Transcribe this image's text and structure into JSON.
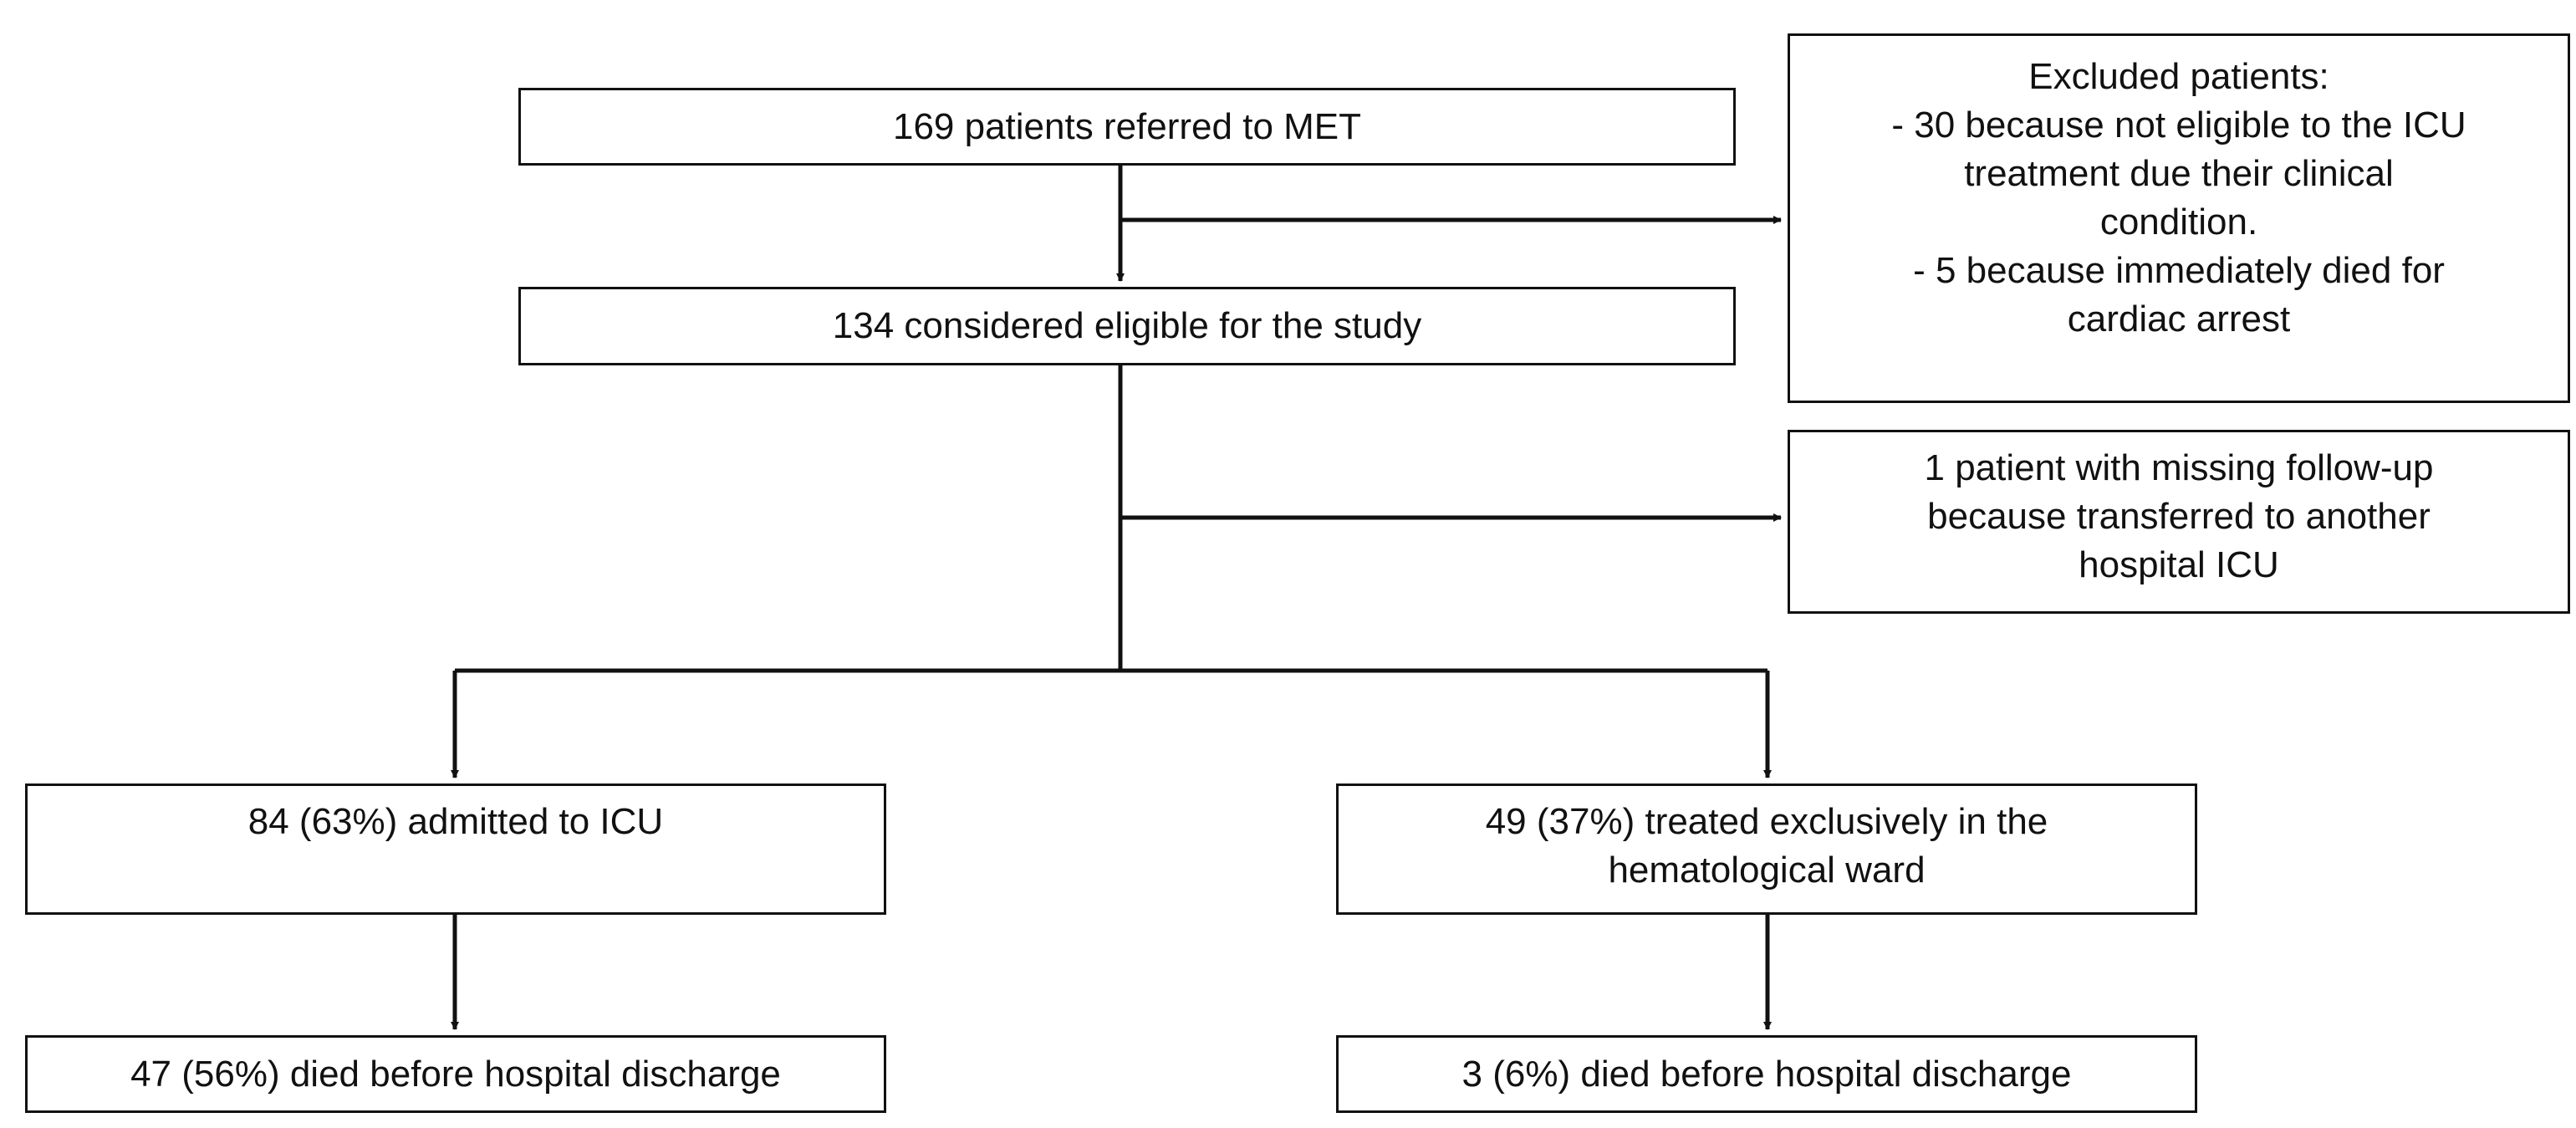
{
  "flowchart": {
    "referred": {
      "lines": [
        "169 patients referred to MET"
      ]
    },
    "excluded": {
      "lines": [
        "Excluded patients:",
        "- 30 because not eligible to the ICU",
        "treatment due their clinical",
        "condition.",
        "- 5 because immediately died for",
        "cardiac arrest"
      ]
    },
    "eligible": {
      "lines": [
        "134 considered eligible for the study"
      ]
    },
    "missing_followup": {
      "lines": [
        "1 patient with missing follow-up",
        "because transferred to another",
        "hospital ICU"
      ]
    },
    "icu_admitted": {
      "lines": [
        "84 (63%) admitted to ICU"
      ]
    },
    "ward_treated": {
      "lines": [
        "49 (37%) treated exclusively in the",
        "hematological ward"
      ]
    },
    "icu_died": {
      "lines": [
        "47 (56%) died before hospital discharge"
      ]
    },
    "ward_died": {
      "lines": [
        "3 (6%) died before hospital discharge"
      ]
    }
  }
}
